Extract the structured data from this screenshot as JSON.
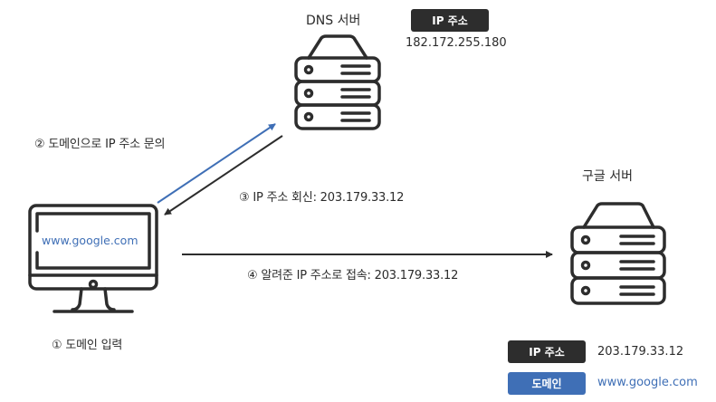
{
  "colors": {
    "stroke": "#2d2d2d",
    "accent_blue": "#3f6fb6",
    "badge_dark": "#2d2d2d",
    "text": "#2b2b2b"
  },
  "dns_server": {
    "title": "DNS 서버",
    "badge": "IP 주소",
    "ip": "182.172.255.180",
    "icon": "server-stack-icon"
  },
  "google_server": {
    "title": "구글 서버",
    "icon": "server-stack-icon"
  },
  "client": {
    "icon": "desktop-monitor-icon",
    "screen_text": "www.google.com",
    "caption": "① 도메인 입력"
  },
  "steps": {
    "step2": "② 도메인으로 IP 주소 문의",
    "step3": "③ IP 주소 회신: 203.179.33.12",
    "step4": "④ 알려준 IP 주소로 접속: 203.179.33.12"
  },
  "legend": {
    "ip": {
      "badge": "IP 주소",
      "value": "203.179.33.12"
    },
    "domain": {
      "badge": "도메인",
      "value": "www.google.com"
    }
  }
}
